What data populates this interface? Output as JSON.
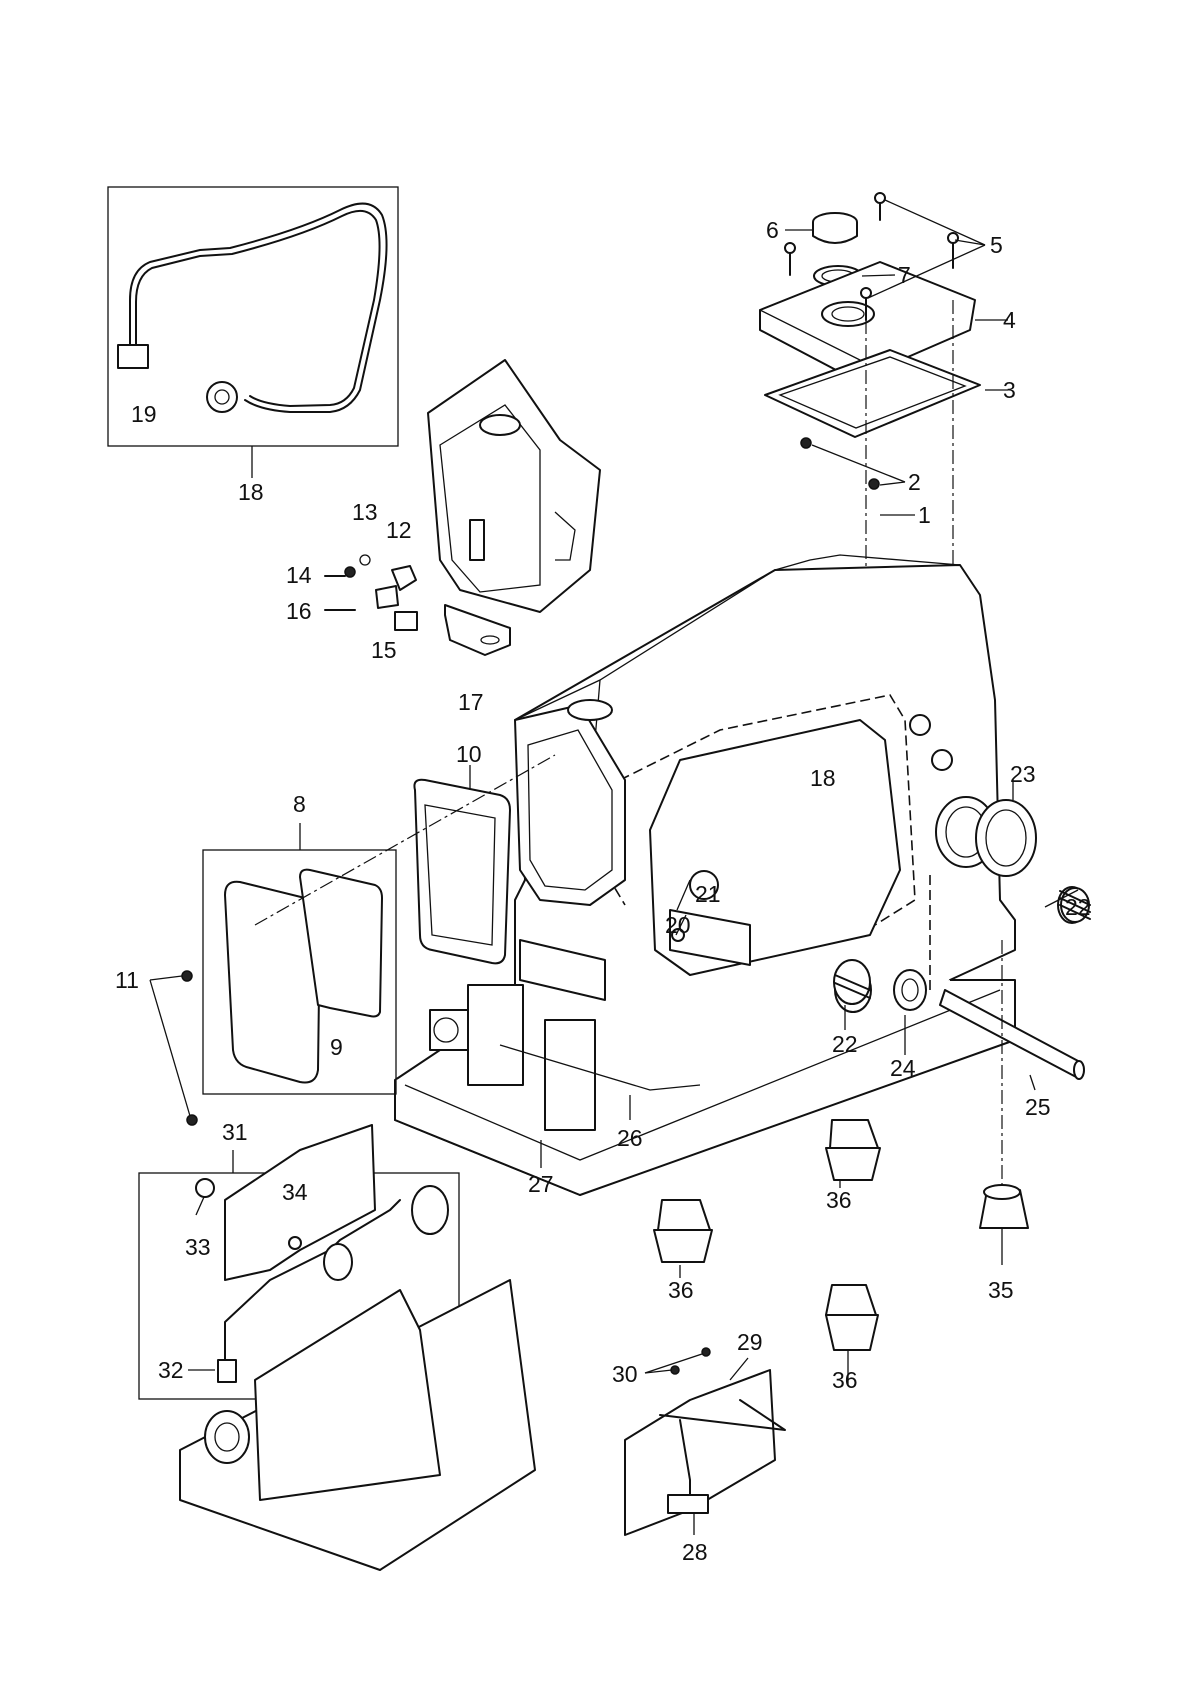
{
  "callouts": {
    "c1": "1",
    "c2": "2",
    "c3": "3",
    "c4": "4",
    "c5": "5",
    "c6": "6",
    "c7": "7",
    "c8": "8",
    "c9": "9",
    "c10": "10",
    "c11": "11",
    "c12": "12",
    "c13": "13",
    "c14": "14",
    "c15": "15",
    "c16": "16",
    "c17": "17",
    "c18a": "18",
    "c18b": "18",
    "c19": "19",
    "c20": "20",
    "c21": "21",
    "c22a": "22",
    "c22b": "22",
    "c23": "23",
    "c24": "24",
    "c25": "25",
    "c26": "26",
    "c27": "27",
    "c28": "28",
    "c29": "29",
    "c30": "30",
    "c31": "31",
    "c32": "32",
    "c33": "33",
    "c34": "34",
    "c35": "35",
    "c36a": "36",
    "c36b": "36",
    "c36c": "36"
  }
}
